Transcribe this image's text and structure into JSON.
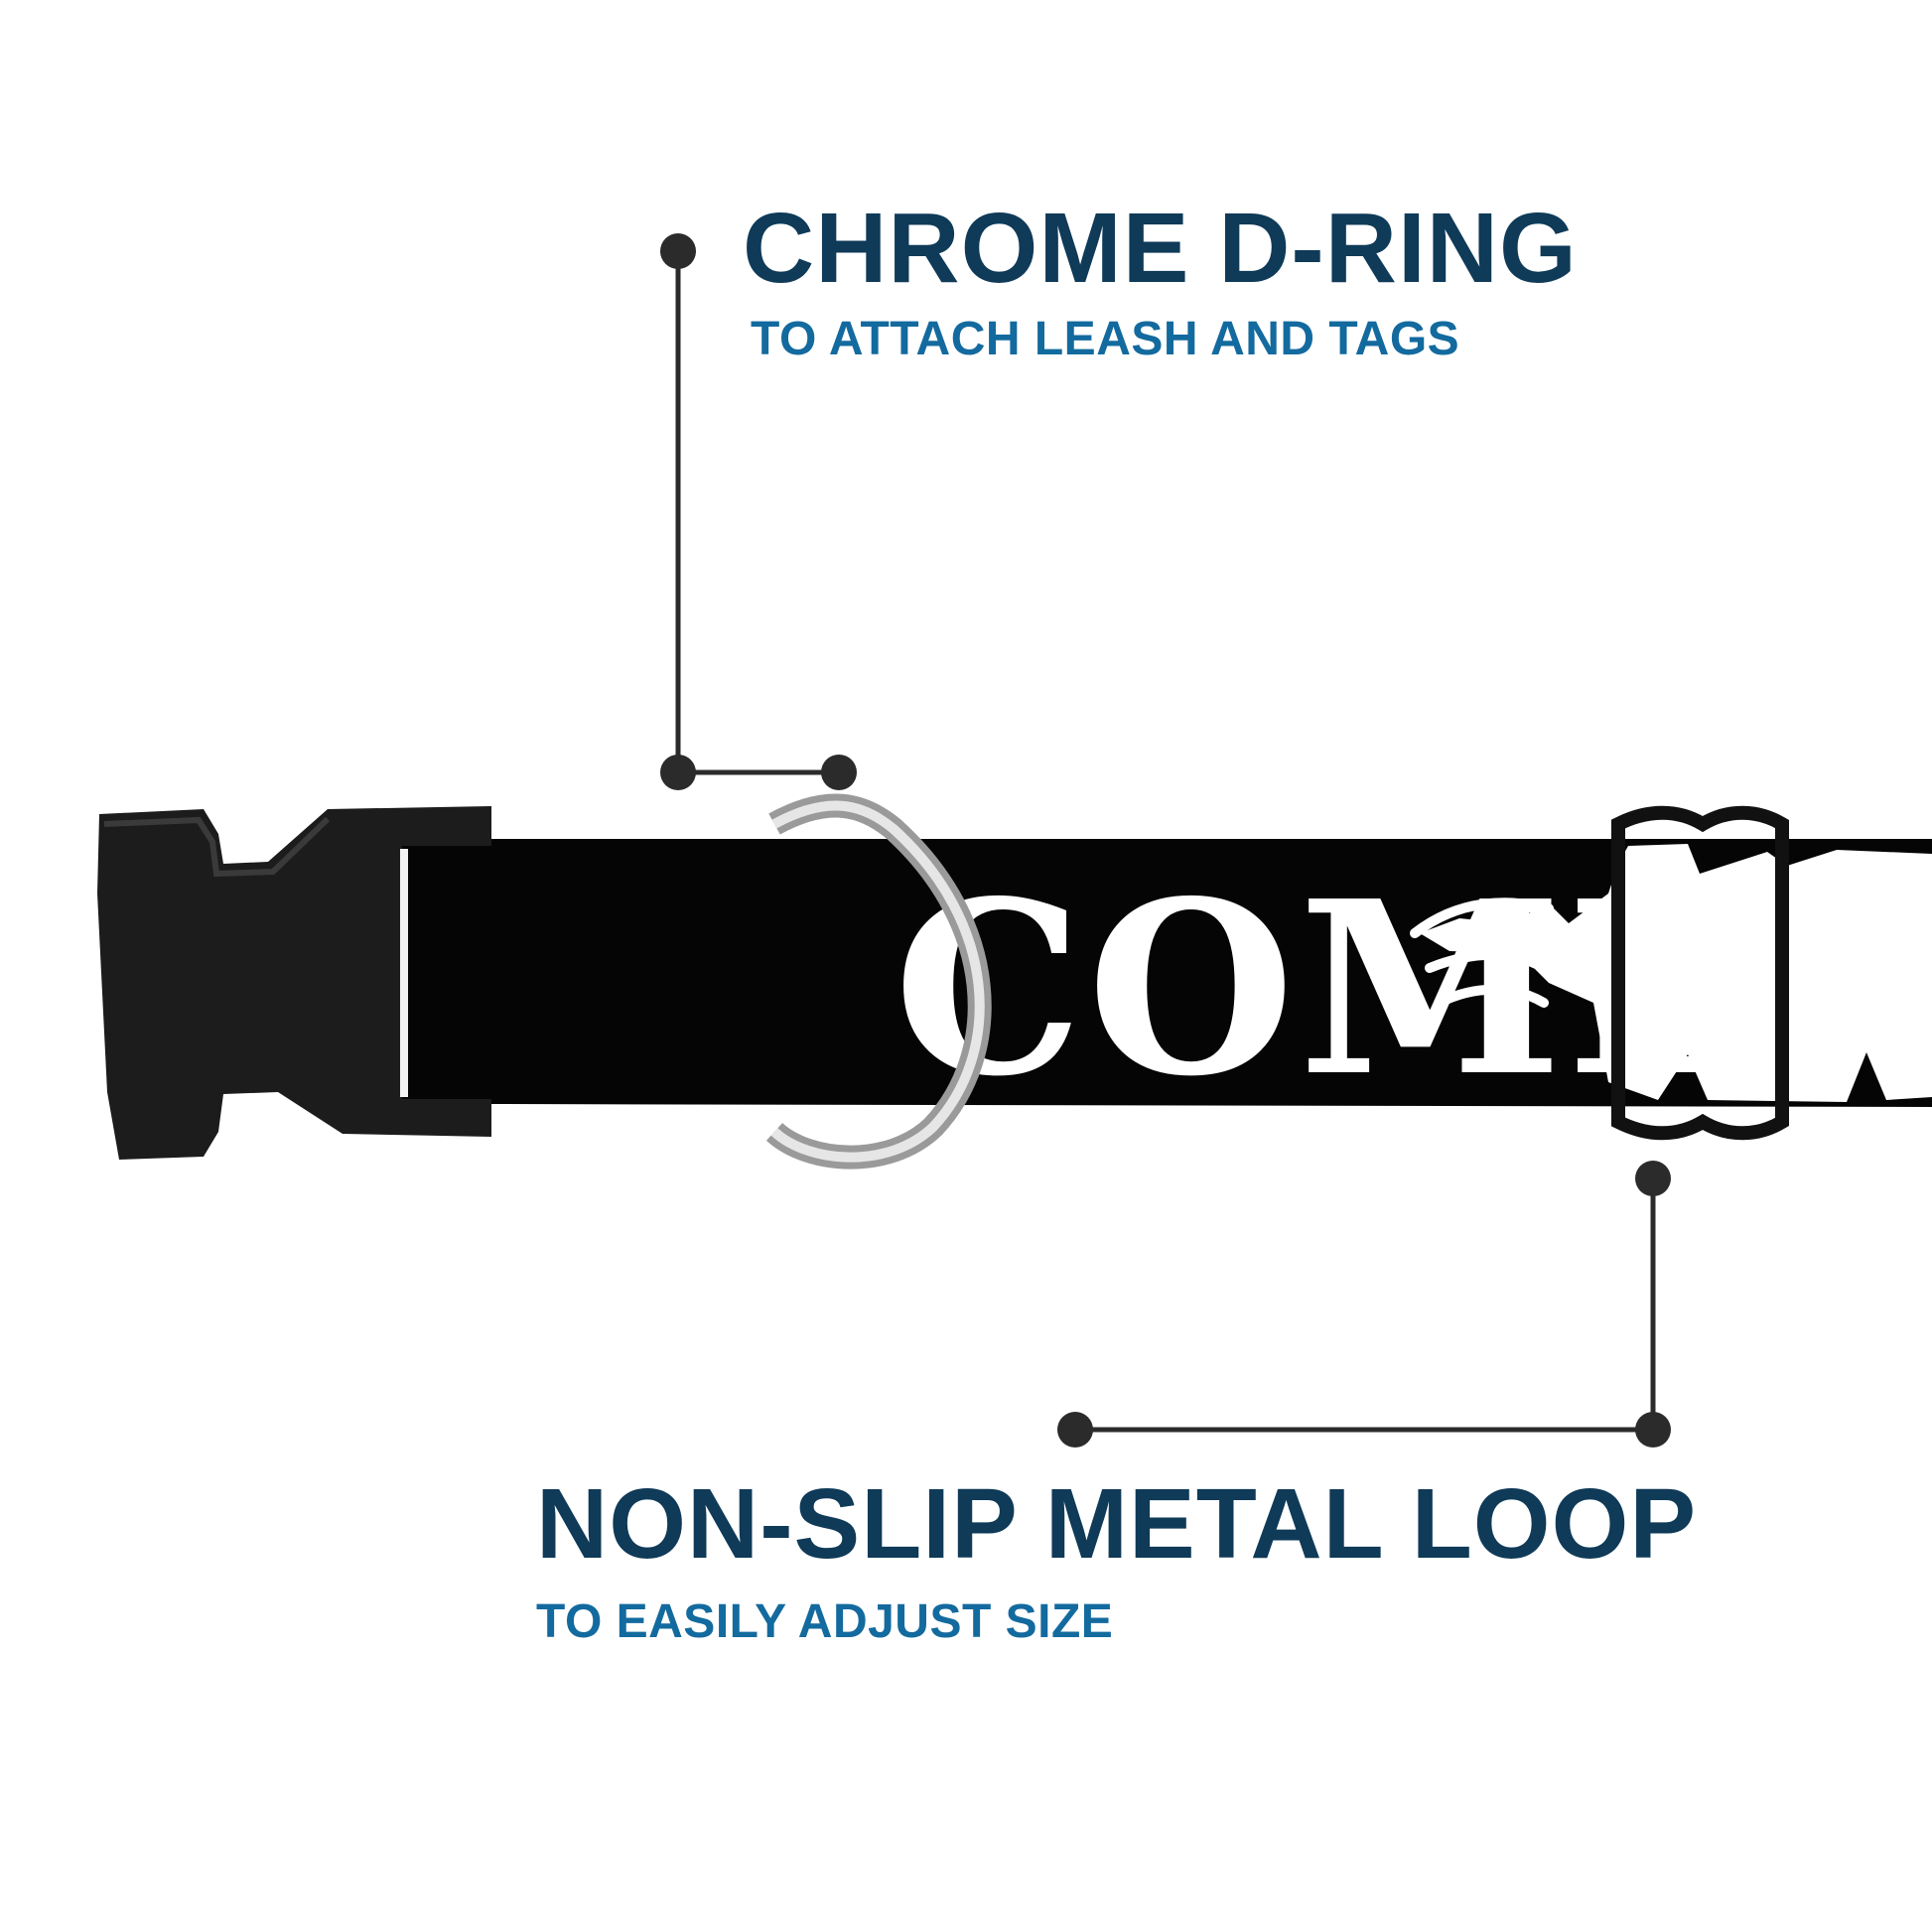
{
  "colors": {
    "title": "#0f3a58",
    "subtitle": "#136a9e",
    "leader": "#2b2b2b",
    "collar": "#050505",
    "print": "#ffffff",
    "ring": "#b8b8b8",
    "buckle": "#1c1c1c"
  },
  "callouts": {
    "d_ring": {
      "title": "CHROME D-RING",
      "subtitle": "TO ATTACH LEASH AND TAGS"
    },
    "loop": {
      "title": "NON-SLIP METAL LOOP",
      "subtitle": "TO EASILY ADJUST SIZE"
    }
  },
  "product": {
    "print_text": "COME"
  }
}
